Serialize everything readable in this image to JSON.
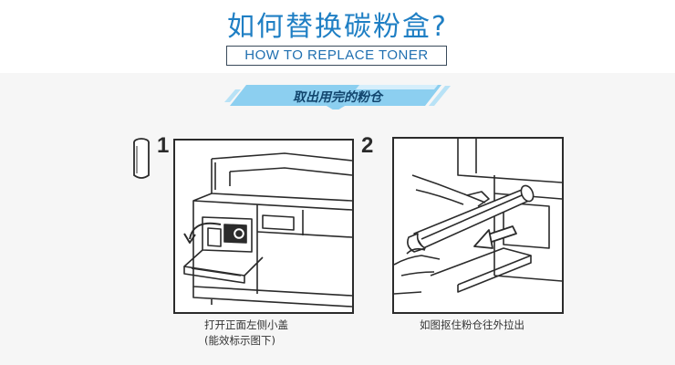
{
  "header": {
    "title_cn": "如何替换碳粉盒?",
    "title_en": "HOW TO REPLACE TONER"
  },
  "section": {
    "label": "取出用完的粉仓"
  },
  "steps": [
    {
      "number": "1",
      "caption_line1": "打开正面左侧小盖",
      "caption_line2": "(能效标示图下)"
    },
    {
      "number": "2",
      "caption_line1": "如图抠住粉仓往外拉出"
    }
  ],
  "colors": {
    "title_blue": "#1f7fc4",
    "banner_blue": "#8ccff0",
    "ink": "#2b2b2b"
  }
}
